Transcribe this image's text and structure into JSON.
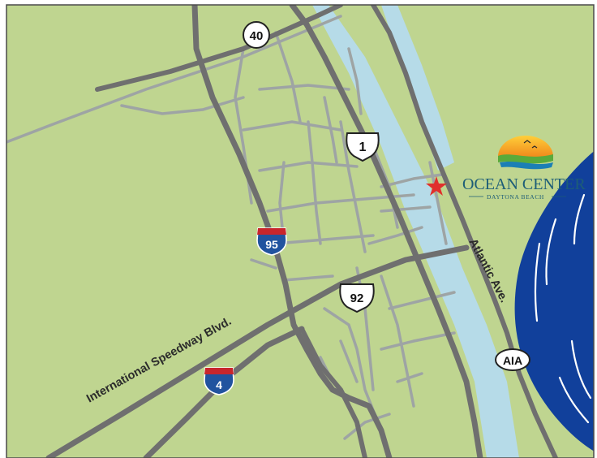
{
  "map": {
    "colors": {
      "land": "#bfd590",
      "water": "#b6dbe8",
      "highway": "#6f6f6f",
      "street": "#9ea4a4",
      "ocean": "#11409b",
      "star": "#e0302c",
      "interstate_red": "#c8262c",
      "interstate_blue": "#21539f",
      "frame": "#4a4a4a"
    },
    "shields": {
      "us40": "40",
      "us1": "1",
      "us92": "92",
      "i95": "95",
      "i4": "4",
      "a1a": "AIA"
    },
    "labels": {
      "speedway": "International Speedway Blvd.",
      "atlantic": "Atlantic Ave."
    },
    "logo": {
      "name": "OCEAN CENTER",
      "sub": "DAYTONA BEACH"
    },
    "icons": {
      "venue_marker": "star-icon",
      "logo_emblem": "sun-over-waves-icon"
    }
  }
}
